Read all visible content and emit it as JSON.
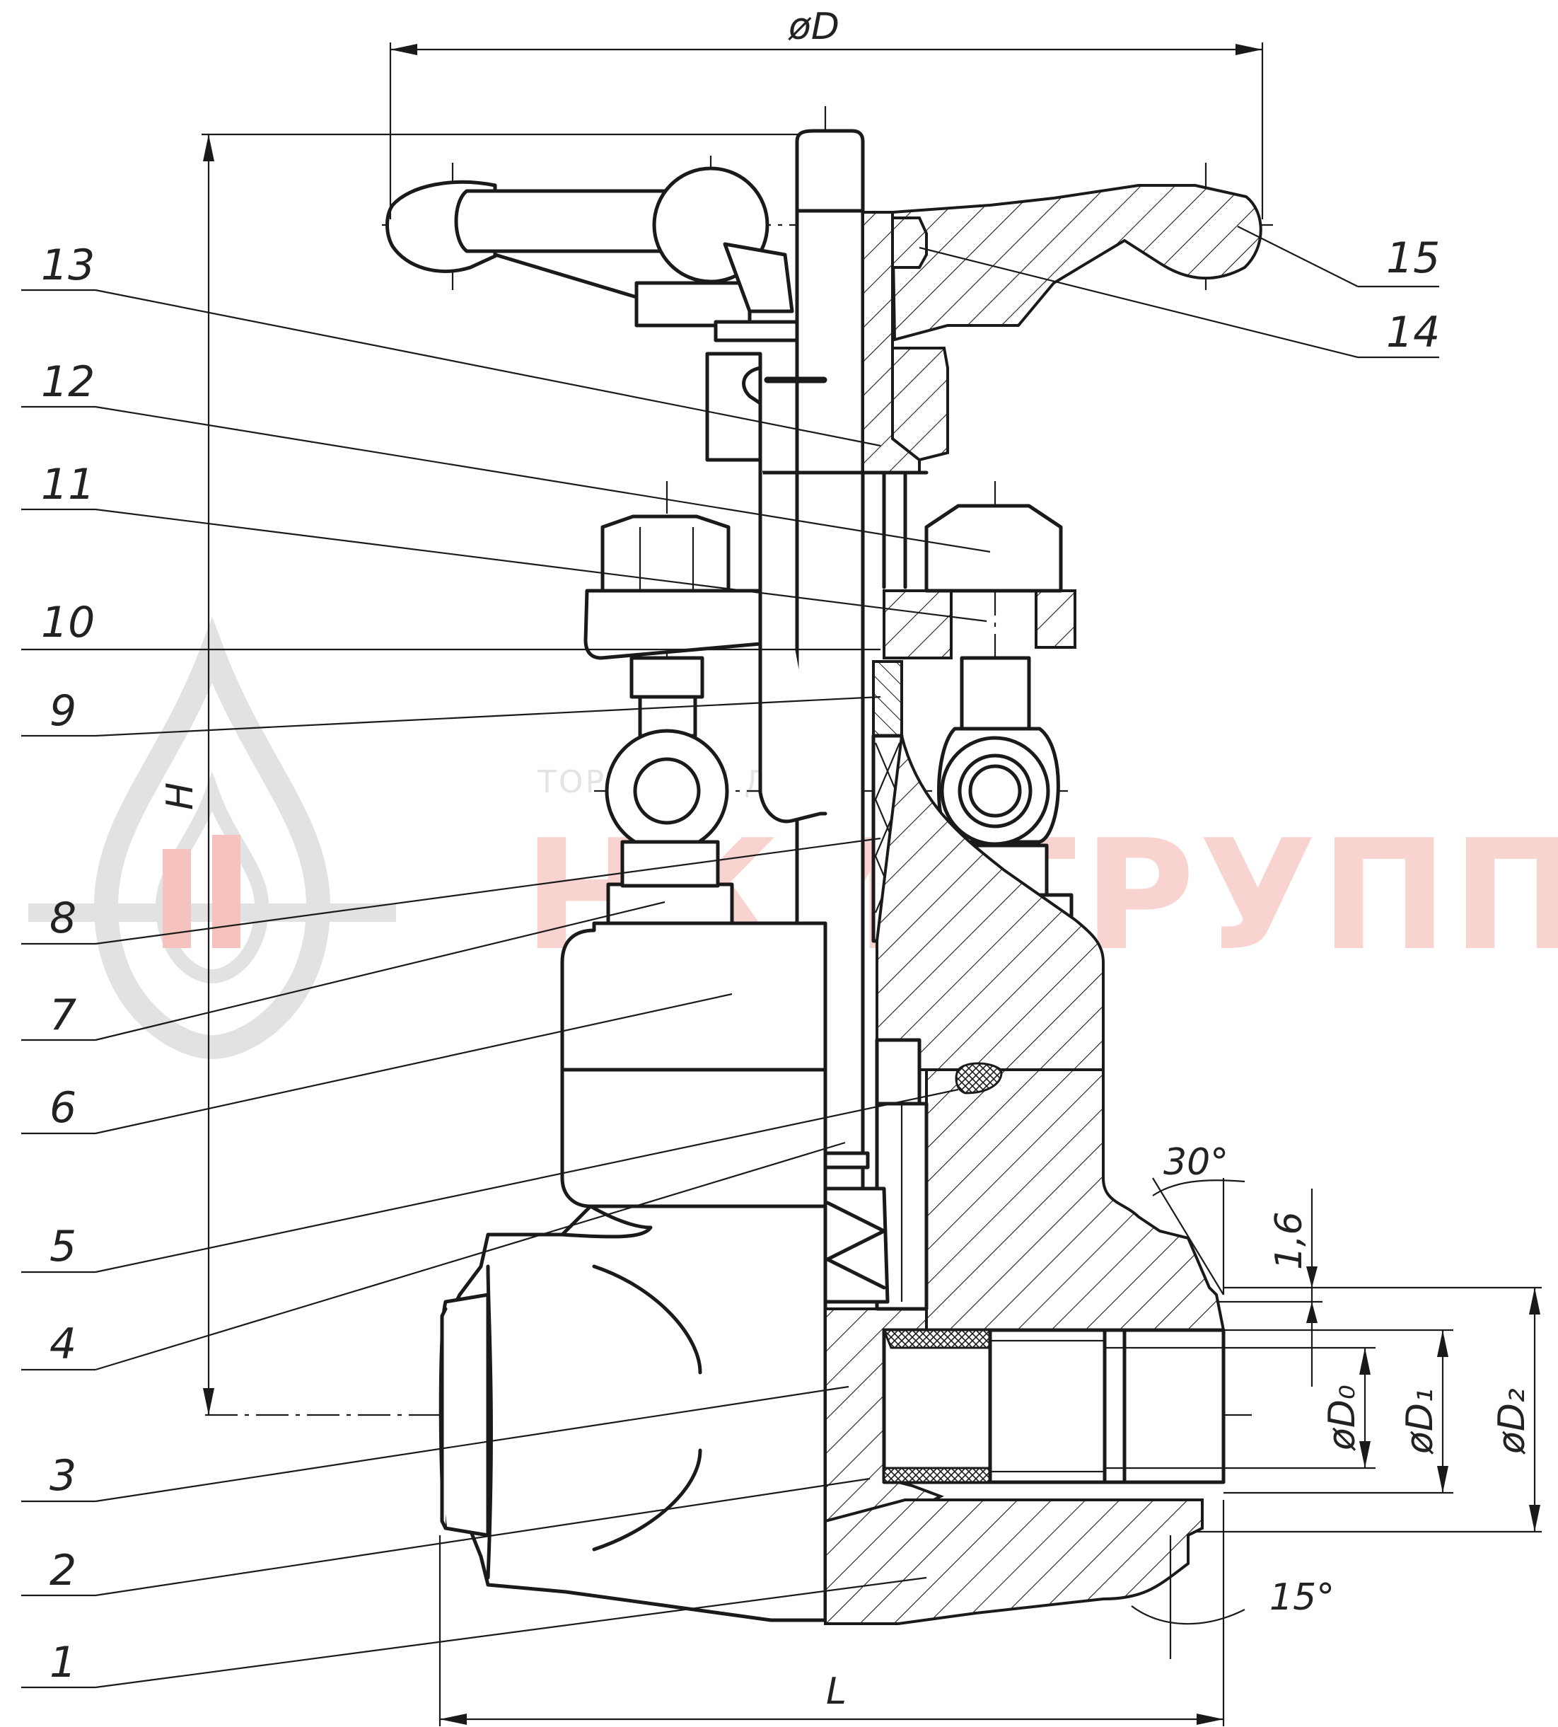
{
  "watermark": {
    "brand": "НКИ-ГРУПП",
    "tagline": "ТОРГОВЫЙ ДОМ"
  },
  "parts": [
    {
      "number": "1"
    },
    {
      "number": "2"
    },
    {
      "number": "3"
    },
    {
      "number": "4"
    },
    {
      "number": "5"
    },
    {
      "number": "6"
    },
    {
      "number": "7"
    },
    {
      "number": "8"
    },
    {
      "number": "9"
    },
    {
      "number": "10"
    },
    {
      "number": "11"
    },
    {
      "number": "12"
    },
    {
      "number": "13"
    },
    {
      "number": "14"
    },
    {
      "number": "15"
    }
  ],
  "dimensions": {
    "handwheel_diameter": "øD",
    "height": "H",
    "length": "L",
    "bore": "øD₀",
    "socket": "øD₁",
    "outer": "øD₂",
    "chamfer_depth": "1,6",
    "bevel_angle": "30°",
    "end_angle": "15°"
  },
  "colors": {
    "line": "#1a1a1a",
    "watermark_red": "#f5b0ab",
    "watermark_grey": "#e4e4e4"
  }
}
